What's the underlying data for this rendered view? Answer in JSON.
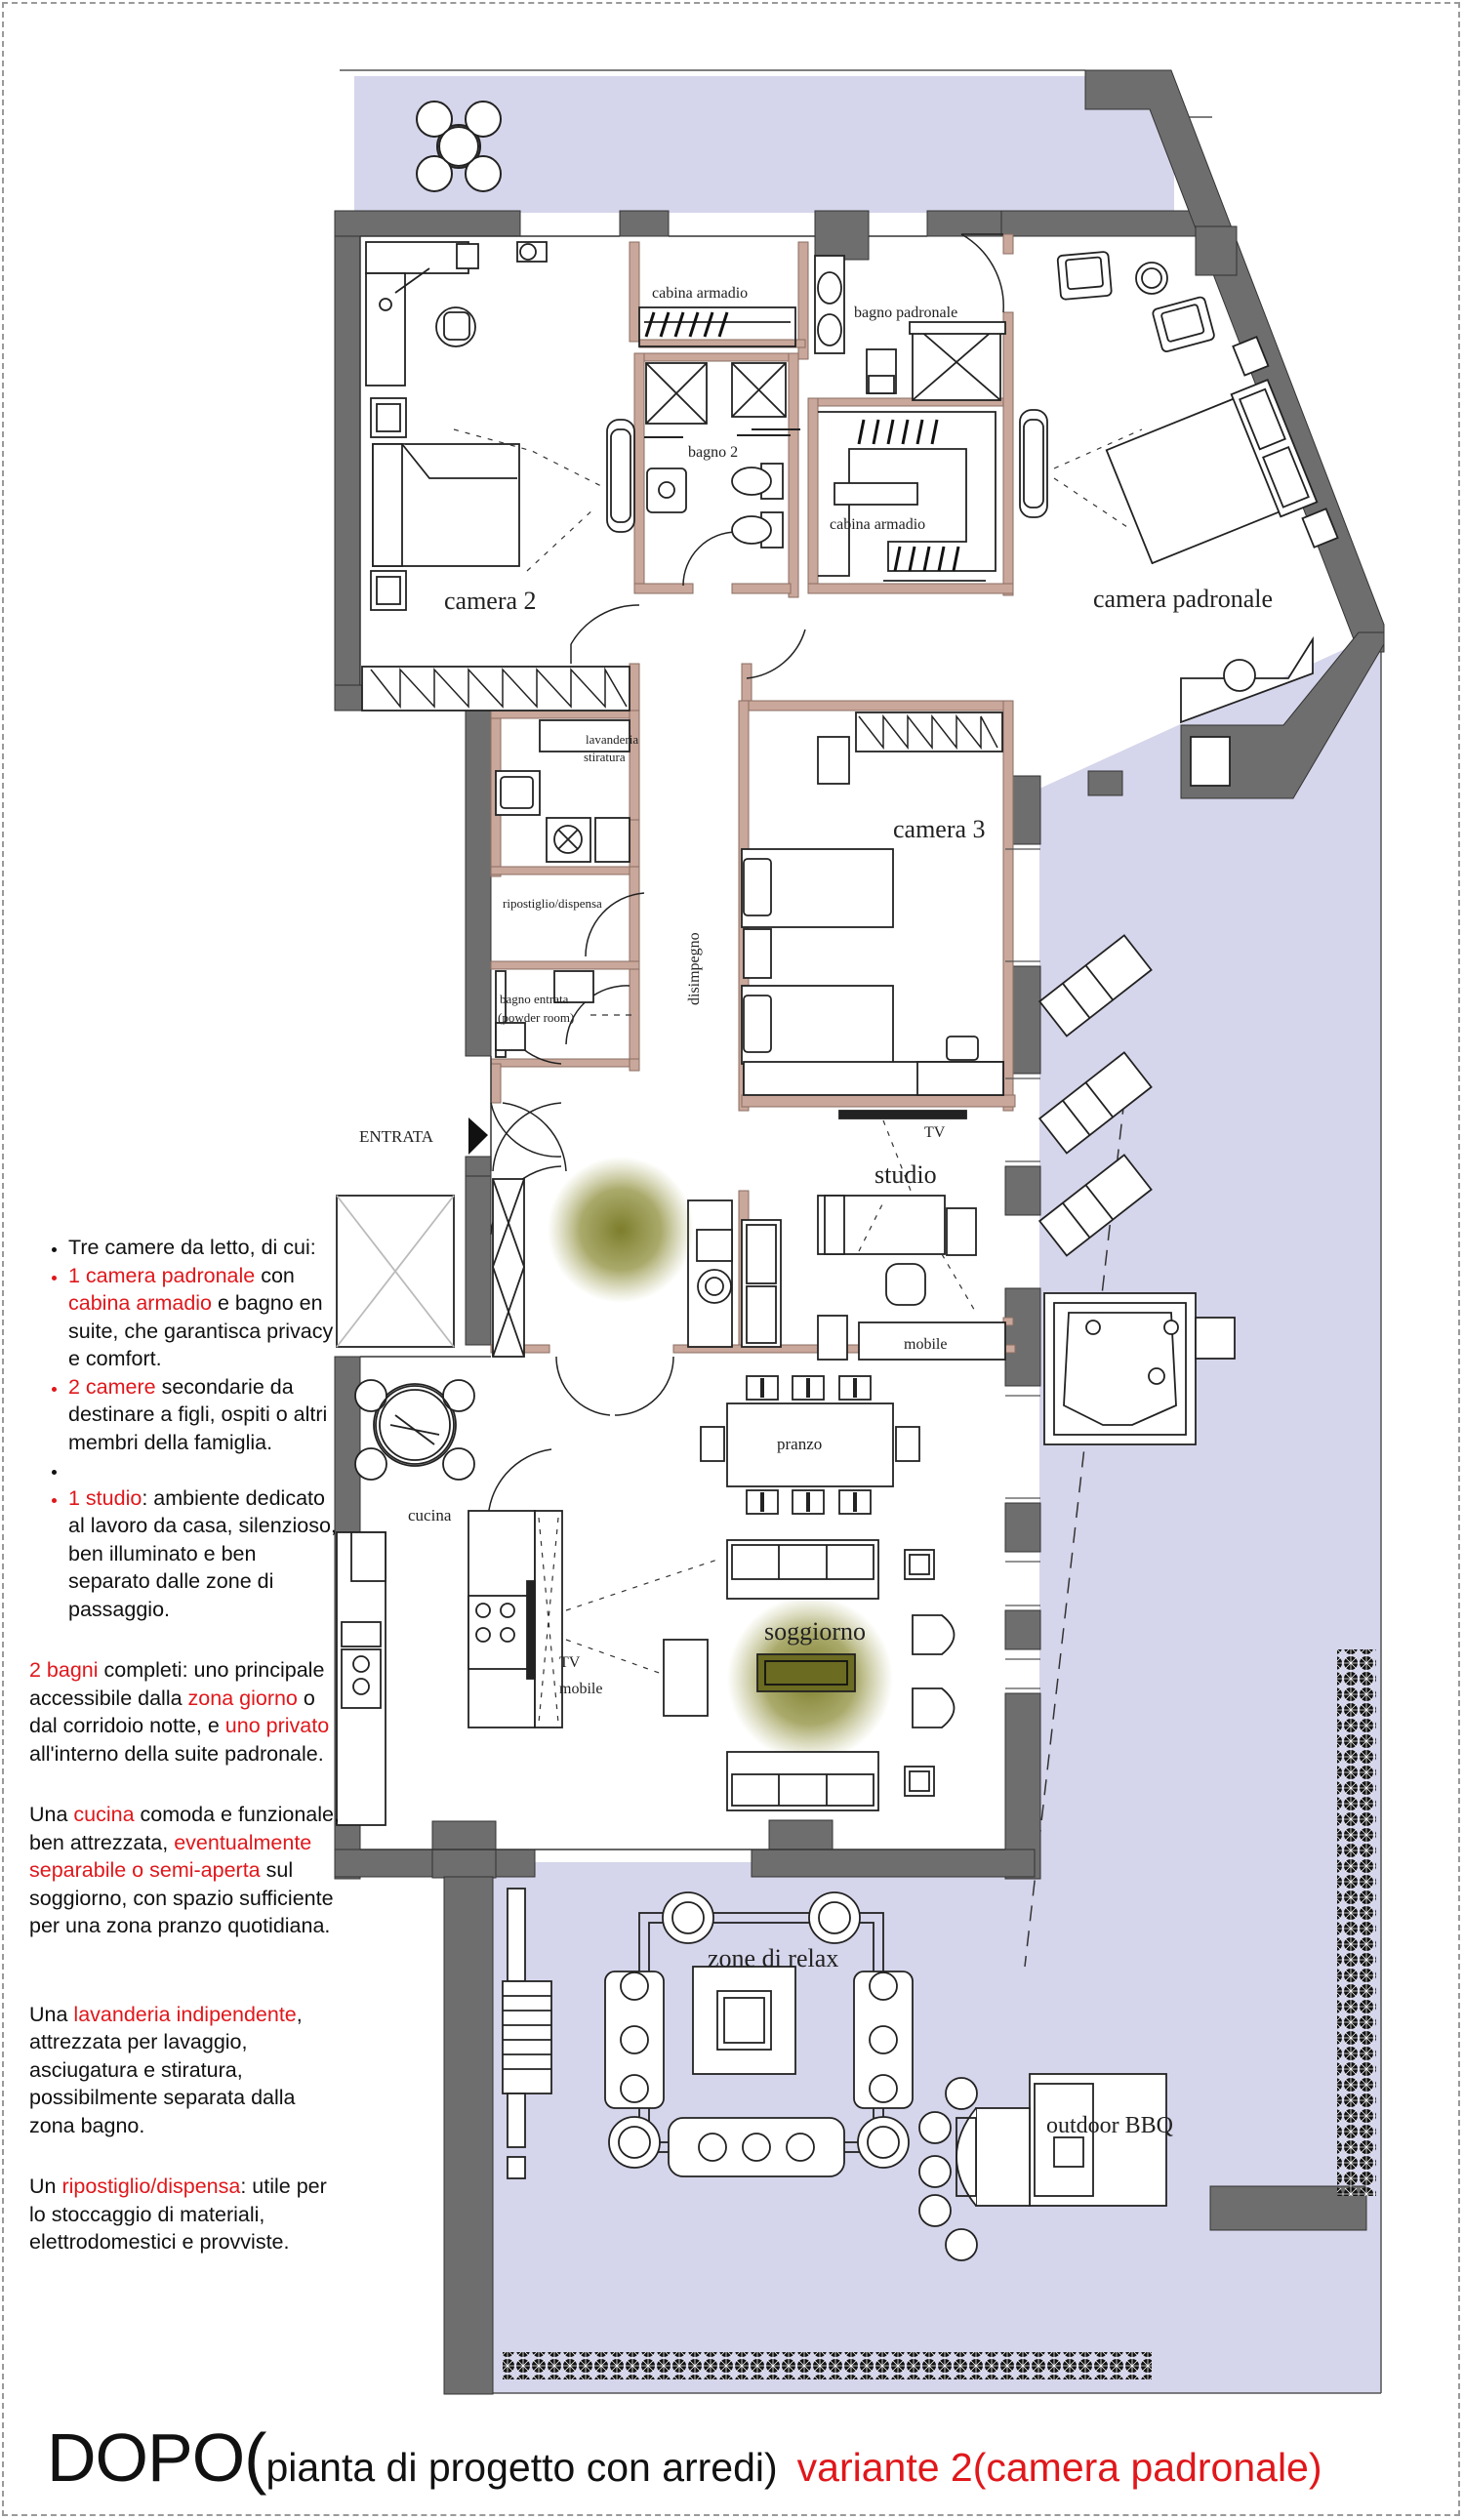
{
  "rooms": {
    "cabina_armadio_1": "cabina armadio",
    "bagno_padronale": "bagno padronale",
    "bagno_2": "bagno 2",
    "cabina_armadio_2": "cabina armadio",
    "camera_2": "camera 2",
    "camera_padronale": "camera padronale",
    "lavanderia": "lavanderia",
    "stiratura": "stiratura",
    "camera_3": "camera 3",
    "ripostiglio": "ripostiglio/dispensa",
    "disimpegno": "disimpegno",
    "bagno_entrata": "bagno entrata",
    "powder_room": "(powder room)",
    "entrata": "ENTRATA",
    "tv_studio": "TV",
    "studio": "studio",
    "mobile_studio": "mobile",
    "pranzo": "pranzo",
    "cucina": "cucina",
    "soggiorno": "soggiorno",
    "tv_soggiorno": "TV",
    "mobile_soggiorno": "mobile",
    "zone_relax": "zone di relax",
    "outdoor_bbq": "outdoor BBQ"
  },
  "notes": {
    "bullets": [
      {
        "plain": "Tre camere da letto, di cui:",
        "red": ""
      },
      {
        "red": "1 camera padronale",
        "t1": " con ",
        "red2": "cabina armadio",
        "t2": " e bagno en suite, che garantisca privacy e comfort."
      },
      {
        "red": "2 camere",
        "t1": " secondarie da destinare a figli, ospiti o altri membri della famiglia."
      },
      {
        "plain": "",
        "red": ""
      },
      {
        "red": "1 studio",
        "t1": ": ambiente dedicato al lavoro da casa, silenzioso, ben illuminato e ben separato dalle zone di passaggio."
      }
    ],
    "p1": {
      "a_red": "2 bagni",
      "b": " completi: uno principale accessibile dalla ",
      "c_red": "zona giorno",
      "d": " o dal corridoio notte, e ",
      "e_red": "uno privato",
      "f": " all'interno della suite padronale."
    },
    "p2": {
      "a": "Una ",
      "b_red": "cucina",
      "c": " comoda e funzionale, ben attrezzata, ",
      "d_red": "eventualmente separabile o semi-aperta",
      "e": " sul soggiorno, con spazio sufficiente per una zona pranzo quotidiana."
    },
    "p3": {
      "a": "Una ",
      "b_red": "lavanderia indipendente",
      "c": ", attrezzata per lavaggio, asciugatura e stiratura, possibilmente separata dalla zona bagno."
    },
    "p4": {
      "a": "Un ",
      "b_red": "ripostiglio/dispensa",
      "c": ": utile per lo stoccaggio di materiali, elettrodomestici e provviste."
    }
  },
  "footer": {
    "big": "DOPO(",
    "mid": "pianta di progetto con arredi)",
    "red": "variante 2(camera padronale)"
  },
  "colors": {
    "terrace": "#d5d5eb",
    "wall": "#6e6e6e",
    "partition": "#c9a79a",
    "accent_red": "#e0171b",
    "lamp": "#7d7d2c"
  }
}
